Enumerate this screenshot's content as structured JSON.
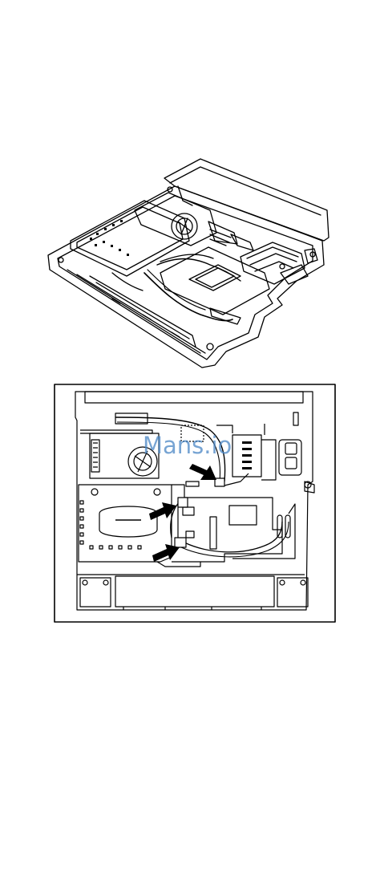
{
  "watermark": {
    "text": "Mans.io"
  },
  "figures": [
    {
      "id": "top-iso-view",
      "kind": "isometric-line-drawing"
    },
    {
      "id": "bottom-plan-view",
      "kind": "top-down-line-drawing",
      "arrows": 3
    }
  ]
}
